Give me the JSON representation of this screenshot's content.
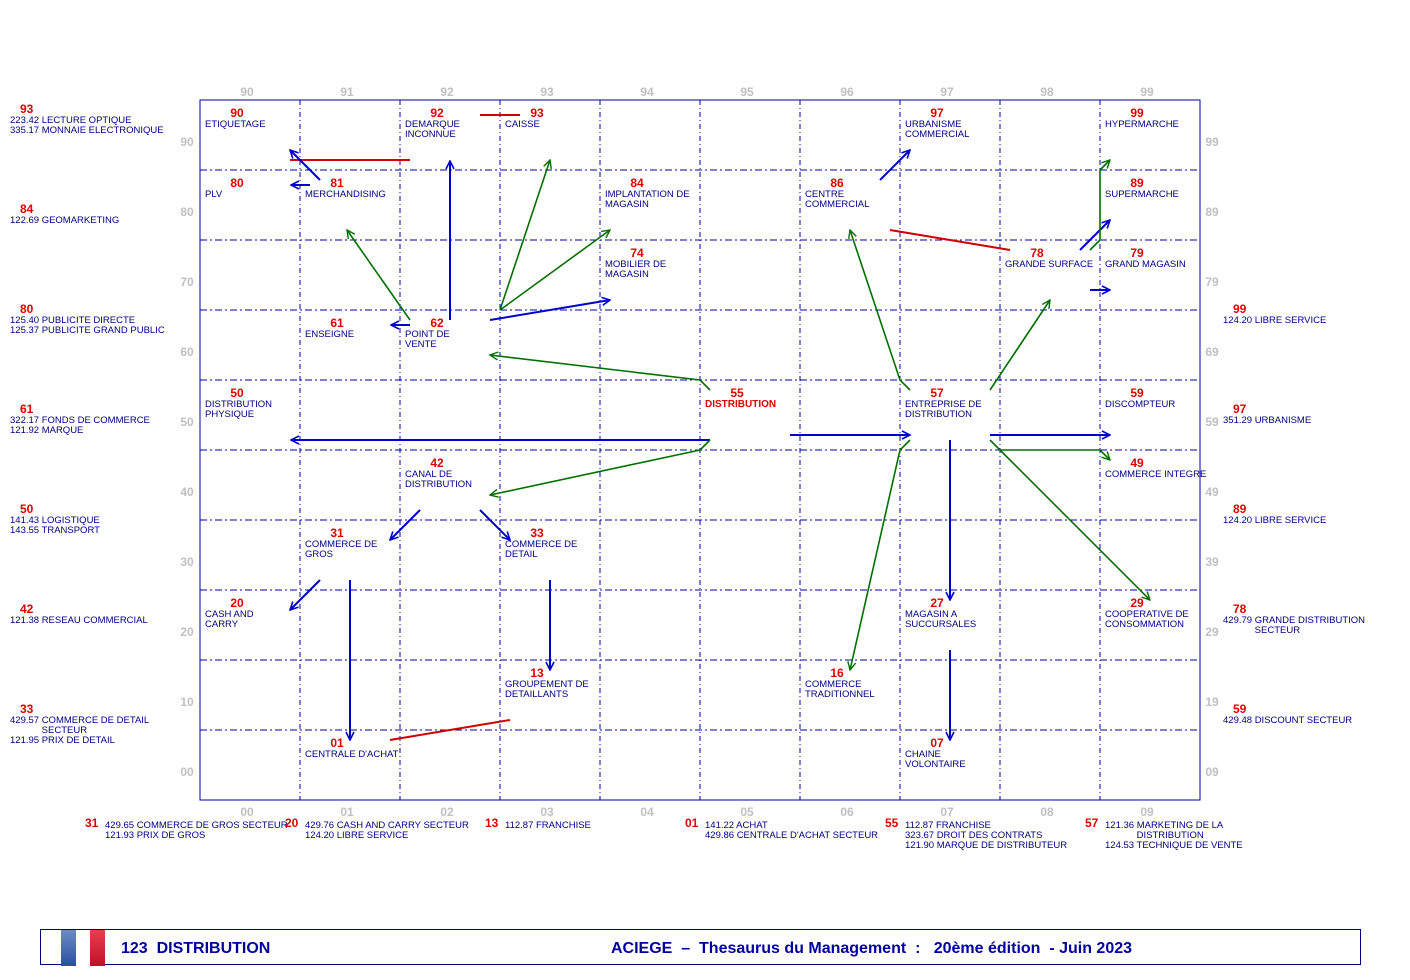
{
  "colors": {
    "grid": "#0000a0",
    "node_code": "#e00000",
    "label": "#000080",
    "blue_arrow": "#0000cc",
    "green_arrow": "#007000",
    "red_link": "#d00000",
    "axis": "#c0c0c0"
  },
  "axes": {
    "top": [
      "90",
      "91",
      "92",
      "93",
      "94",
      "95",
      "96",
      "97",
      "98",
      "99"
    ],
    "bottom": [
      "00",
      "01",
      "02",
      "03",
      "04",
      "05",
      "06",
      "07",
      "08",
      "09"
    ],
    "left": [
      "90",
      "80",
      "70",
      "60",
      "50",
      "40",
      "30",
      "20",
      "10",
      "00"
    ],
    "right": [
      "99",
      "89",
      "79",
      "69",
      "59",
      "49",
      "39",
      "29",
      "19",
      "09"
    ]
  },
  "nodes": [
    {
      "code": "90",
      "label": "ETIQUETAGE"
    },
    {
      "code": "92",
      "label": "DEMARQUE\nINCONNUE"
    },
    {
      "code": "93",
      "label": "CAISSE"
    },
    {
      "code": "97",
      "label": "URBANISME\nCOMMERCIAL"
    },
    {
      "code": "99",
      "label": "HYPERMARCHE"
    },
    {
      "code": "80",
      "label": "PLV"
    },
    {
      "code": "81",
      "label": "MERCHANDISING"
    },
    {
      "code": "84",
      "label": "IMPLANTATION DE\nMAGASIN"
    },
    {
      "code": "86",
      "label": "CENTRE\nCOMMERCIAL"
    },
    {
      "code": "89",
      "label": "SUPERMARCHE"
    },
    {
      "code": "74",
      "label": "MOBILIER DE\nMAGASIN"
    },
    {
      "code": "78",
      "label": "GRANDE SURFACE"
    },
    {
      "code": "79",
      "label": "GRAND MAGASIN"
    },
    {
      "code": "61",
      "label": "ENSEIGNE"
    },
    {
      "code": "62",
      "label": "POINT DE\nVENTE"
    },
    {
      "code": "50",
      "label": "DISTRIBUTION\nPHYSIQUE"
    },
    {
      "code": "55",
      "label": "DISTRIBUTION",
      "highlight": true
    },
    {
      "code": "57",
      "label": "ENTREPRISE DE\nDISTRIBUTION"
    },
    {
      "code": "59",
      "label": "DISCOMPTEUR"
    },
    {
      "code": "42",
      "label": "CANAL DE\nDISTRIBUTION"
    },
    {
      "code": "49",
      "label": "COMMERCE INTEGRE"
    },
    {
      "code": "31",
      "label": "COMMERCE DE\nGROS"
    },
    {
      "code": "33",
      "label": "COMMERCE DE\nDETAIL"
    },
    {
      "code": "20",
      "label": "CASH AND\nCARRY"
    },
    {
      "code": "27",
      "label": "MAGASIN A\nSUCCURSALES"
    },
    {
      "code": "29",
      "label": "COOPERATIVE DE\nCONSOMMATION"
    },
    {
      "code": "13",
      "label": "GROUPEMENT DE\nDETAILLANTS"
    },
    {
      "code": "16",
      "label": "COMMERCE\nTRADITIONNEL"
    },
    {
      "code": "01",
      "label": "CENTRALE D'ACHAT"
    },
    {
      "code": "07",
      "label": "CHAINE\nVOLONTAIRE"
    }
  ],
  "left_notes": [
    {
      "code": "93",
      "lines": [
        "223.42 LECTURE OPTIQUE",
        "335.17 MONNAIE ELECTRONIQUE"
      ]
    },
    {
      "code": "84",
      "lines": [
        "122.69 GEOMARKETING"
      ]
    },
    {
      "code": "80",
      "lines": [
        "125.40 PUBLICITE DIRECTE",
        "125.37 PUBLICITE GRAND PUBLIC"
      ]
    },
    {
      "code": "61",
      "lines": [
        "322.17 FONDS DE COMMERCE",
        "121.92 MARQUE"
      ]
    },
    {
      "code": "50",
      "lines": [
        "141.43 LOGISTIQUE",
        "143.55 TRANSPORT"
      ]
    },
    {
      "code": "42",
      "lines": [
        "121.38 RESEAU COMMERCIAL"
      ]
    },
    {
      "code": "33",
      "lines": [
        "429.57 COMMERCE DE DETAIL",
        "            SECTEUR",
        "121.95 PRIX DE DETAIL"
      ]
    }
  ],
  "right_notes": [
    {
      "code": "99",
      "lines": [
        "124.20 LIBRE SERVICE"
      ]
    },
    {
      "code": "97",
      "lines": [
        "351.29 URBANISME"
      ]
    },
    {
      "code": "89",
      "lines": [
        "124.20 LIBRE SERVICE"
      ]
    },
    {
      "code": "78",
      "lines": [
        "429.79 GRANDE DISTRIBUTION",
        "            SECTEUR"
      ]
    },
    {
      "code": "59",
      "lines": [
        "429.48 DISCOUNT SECTEUR"
      ]
    }
  ],
  "bottom_notes": [
    {
      "code": "31",
      "lines": [
        "429.65 COMMERCE DE GROS SECTEUR",
        "121.93 PRIX DE GROS"
      ]
    },
    {
      "code": "20",
      "lines": [
        "429.76 CASH AND CARRY SECTEUR",
        "124.20 LIBRE SERVICE"
      ]
    },
    {
      "code": "13",
      "lines": [
        "112.87 FRANCHISE"
      ]
    },
    {
      "code": "01",
      "lines": [
        "141.22 ACHAT",
        "429.86 CENTRALE D'ACHAT SECTEUR"
      ]
    },
    {
      "code": "55",
      "lines": [
        "112.87 FRANCHISE",
        "323.67 DROIT DES CONTRATS",
        "121.90 MARQUE DE DISTRIBUTEUR"
      ]
    },
    {
      "code": "57",
      "lines": [
        "121.36 MARKETING DE LA",
        "            DISTRIBUTION",
        "124.53 TECHNIQUE DE VENTE"
      ]
    }
  ],
  "footer": {
    "left": "123  DISTRIBUTION",
    "right": "ACIEGE  –  Thesaurus du Management  :   20ème édition  - Juin 2023"
  }
}
